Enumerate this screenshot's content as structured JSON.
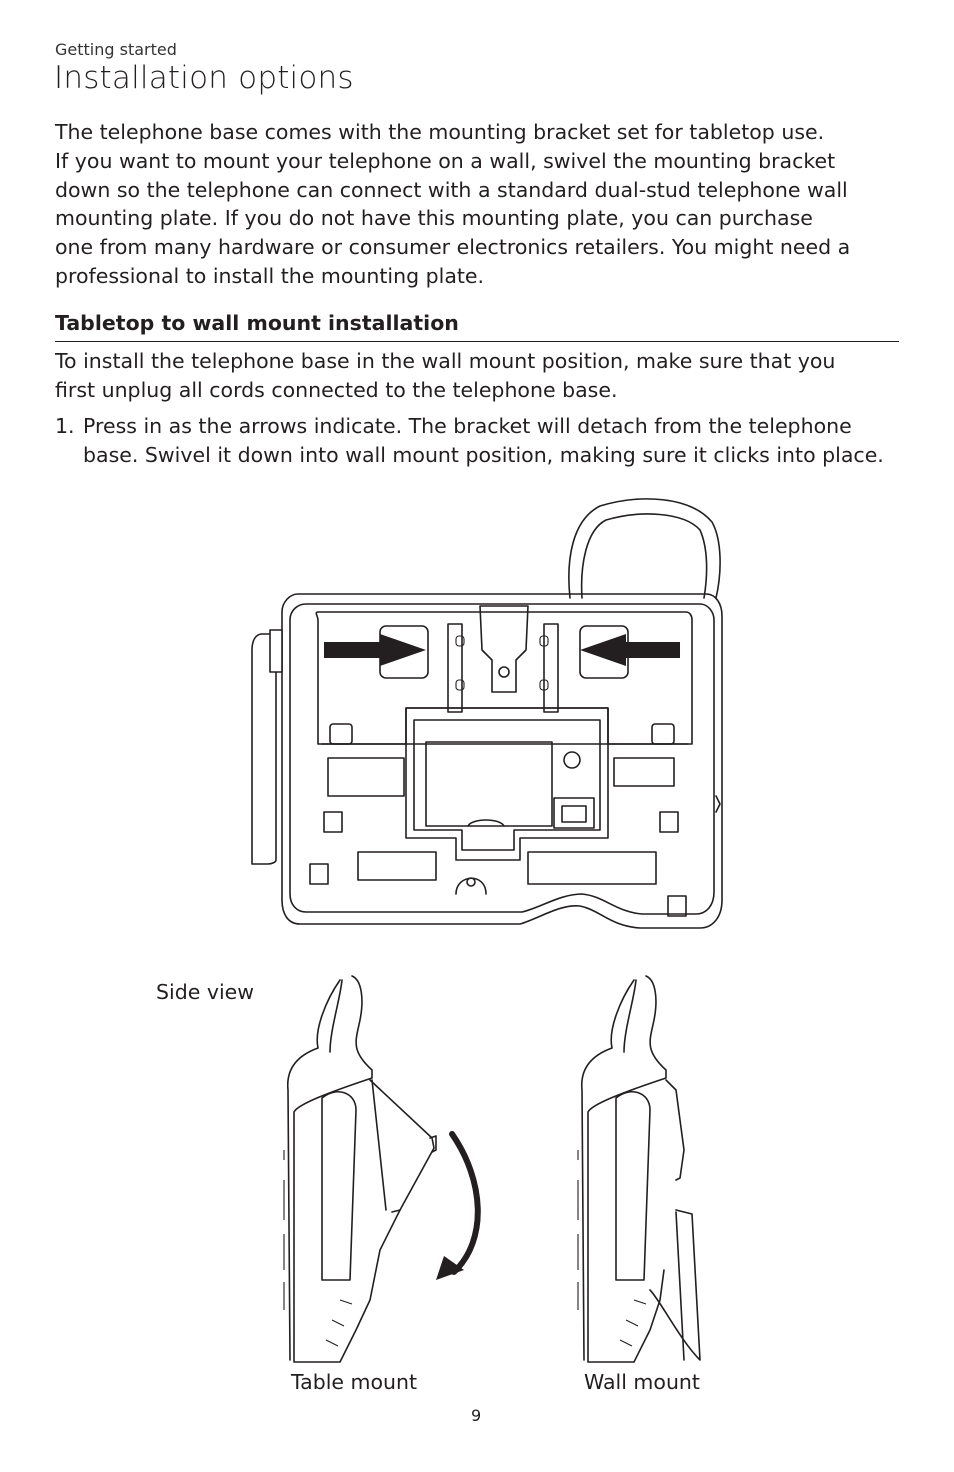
{
  "header": {
    "section": "Getting started",
    "title": "Installation options"
  },
  "intro": {
    "lines": [
      "The telephone base comes with the mounting bracket set for tabletop use.",
      "If you want to mount your telephone on a wall, swivel the mounting bracket",
      "down so the telephone can connect with a standard dual-stud telephone wall",
      "mounting plate. If you do not have this mounting plate, you can purchase",
      "one from many hardware or consumer electronics retailers. You might need a",
      "professional to install the mounting plate."
    ]
  },
  "subsection": {
    "heading": "Tabletop to wall mount installation",
    "lines": [
      "To install the telephone base in the wall mount position, make sure that you",
      "first unplug all cords connected to the telephone base."
    ]
  },
  "steps": [
    {
      "number": "1.",
      "lines": [
        "Press in as the arrows indicate. The bracket will detach from the telephone",
        "base. Swivel it down into wall mount position, making sure it clicks into place."
      ]
    }
  ],
  "figure": {
    "side_view_label": "Side view",
    "table_mount_label": "Table mount",
    "wall_mount_label": "Wall mount"
  },
  "footer": {
    "page_number": "9"
  }
}
